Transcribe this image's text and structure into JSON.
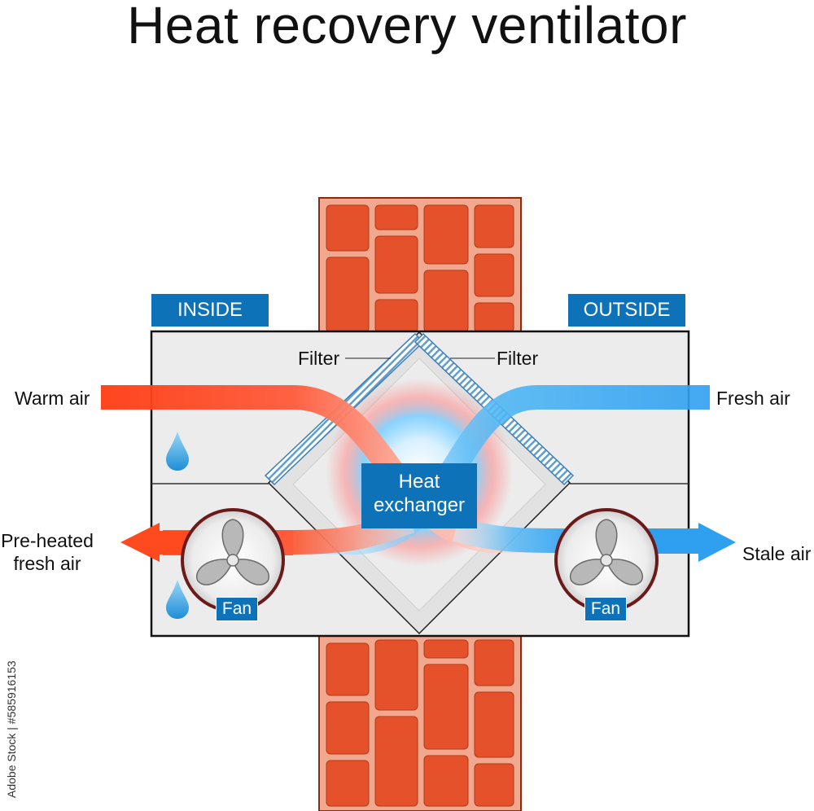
{
  "title": "Heat recovery ventilator",
  "labels": {
    "inside": "INSIDE",
    "outside": "OUTSIDE",
    "filter_left": "Filter",
    "filter_right": "Filter",
    "warm_air": "Warm air",
    "fresh_air": "Fresh air",
    "preheated_line1": "Pre-heated",
    "preheated_line2": "fresh air",
    "stale_air": "Stale air",
    "heat_exchanger_line1": "Heat",
    "heat_exchanger_line2": "exchanger",
    "fan_left": "Fan",
    "fan_right": "Fan"
  },
  "stock_id": "Adobe Stock | #585916153",
  "colors": {
    "warm": "#ff4a1f",
    "cool": "#35a8f0",
    "label_blue": "#0d72b8",
    "brick": "#e0502b"
  }
}
